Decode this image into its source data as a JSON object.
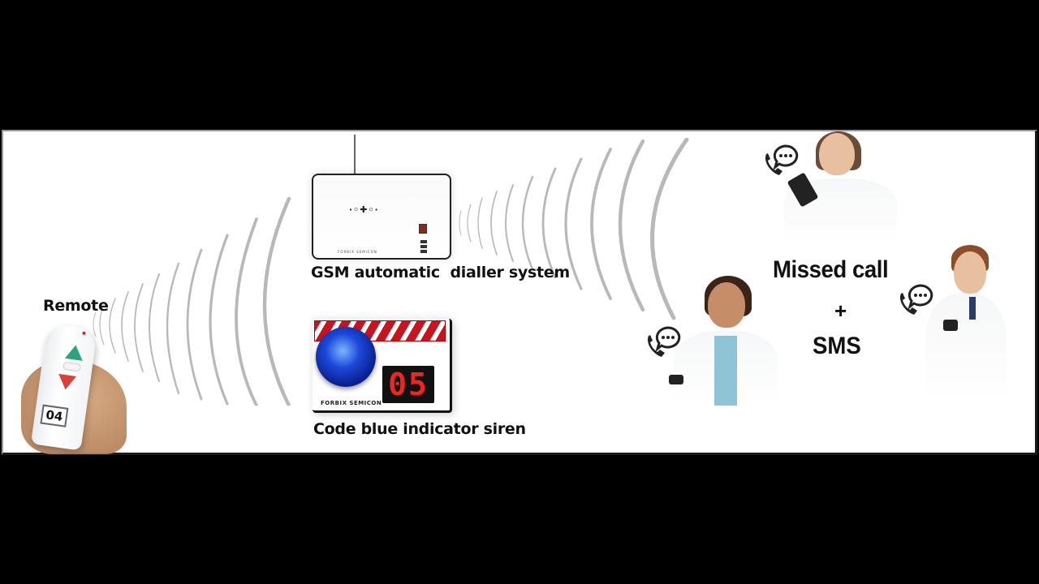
{
  "diagram": {
    "title": "Remote to GSM automatic dialler to staff notification flow",
    "colors": {
      "background_letterbox": "#000000",
      "panel": "#ffffff",
      "wave": "#b8b8b8",
      "siren_blue": "#1c48d8",
      "siren_red": "#c8141e",
      "display_red": "#f2241e",
      "remote_call_green": "#2ea37a",
      "remote_cancel_red": "#d9413a"
    },
    "nodes": [
      {
        "id": "remote",
        "label": "Remote",
        "tag_number": "04",
        "icons": [
          "call-button-icon",
          "cancel-button-icon"
        ]
      },
      {
        "id": "gsm",
        "label": "GSM automatic  dialler system",
        "brand": "FORBIX SEMICON"
      },
      {
        "id": "siren",
        "label": "Code blue indicator siren",
        "display_value": "05",
        "brand": "FORBIX SEMICON"
      },
      {
        "id": "staff",
        "label": "Medical staff (3 doctors with phones)",
        "count": 3
      }
    ],
    "edges": [
      {
        "from": "remote",
        "to": "gsm",
        "style": "radio-waves"
      },
      {
        "from": "gsm",
        "to": "staff",
        "style": "radio-waves"
      }
    ],
    "notification": {
      "line1": "Missed call",
      "line2": "+",
      "line3": "SMS"
    }
  }
}
